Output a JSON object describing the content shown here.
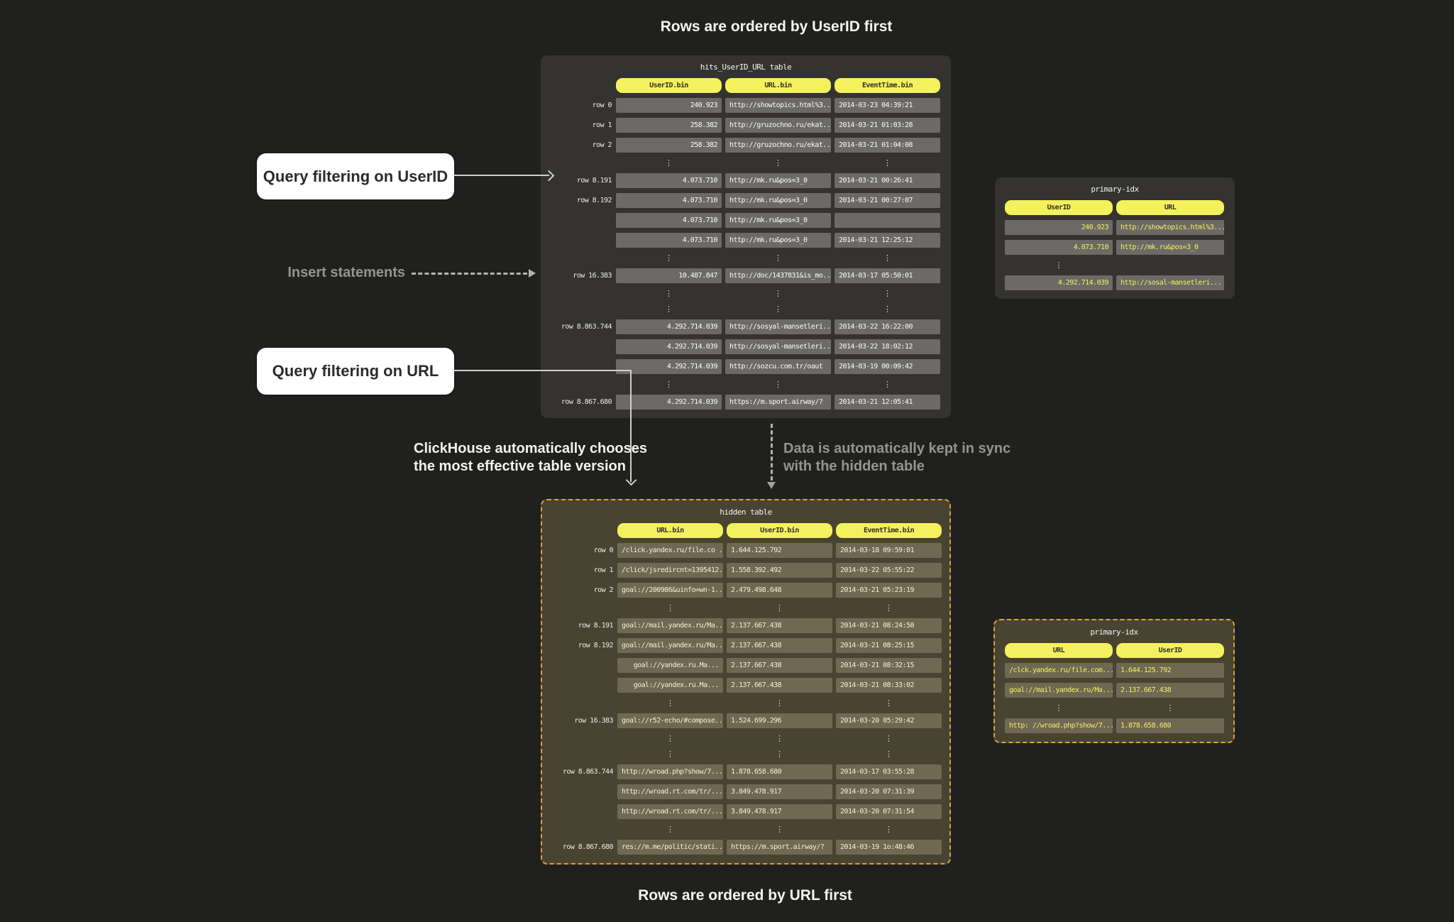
{
  "titles": {
    "top": "Rows are ordered by UserID first",
    "bottom": "Rows are ordered by URL first"
  },
  "annotations": {
    "query_userid": "Query filtering on UserID",
    "insert_statements": "Insert statements",
    "query_url": "Query filtering on URL",
    "chooses_lines": [
      "ClickHouse automatically chooses",
      "the most effective table version"
    ],
    "sync_lines": [
      "Data is automatically kept in sync",
      "with the hidden table"
    ]
  },
  "colors": {
    "background": "#20201e",
    "panel_dark": "#343330",
    "panel_olive": "#494331",
    "cell_dark": "#6b6a67",
    "cell_olive": "#6f6853",
    "header_yellow": "#f4f15e",
    "dashed_border_gold": "#d9a23f",
    "solid_arrow": "#cfcfcd",
    "dashed_arrow": "#b2b2b0",
    "gray_text": "#949492",
    "white_text": "#f2f2f0"
  },
  "tables": {
    "main": {
      "title": "hits_UserID_URL table",
      "columns": [
        "UserID.bin",
        "URL.bin",
        "EventTime.bin"
      ],
      "align": [
        "right",
        "left",
        "left"
      ],
      "has_labels": true,
      "yellow_text": false,
      "rows": [
        {
          "label": "row 0",
          "cells": [
            "240.923",
            "http://showtopics.html%3...",
            "2014-03-23 04:39:21"
          ]
        },
        {
          "label": "row 1",
          "cells": [
            "258.382",
            "http://gruzochno.ru/ekat...",
            "2014-03-21 01:03:28"
          ]
        },
        {
          "label": "row 2",
          "cells": [
            "258.382",
            "http://gruzochno.ru/ekat...",
            "2014-03-21 01:04:08"
          ]
        },
        {
          "dots": [
            0,
            1,
            2
          ]
        },
        {
          "label": "row 8.191",
          "cells": [
            "4.073.710",
            "http://mk.ru&pos=3_0",
            "2014-03-21 00:26:41"
          ]
        },
        {
          "label": "row 8.192",
          "cells": [
            "4.073.710",
            "http://mk.ru&pos=3_0",
            "2014-03-21 00:27:07"
          ]
        },
        {
          "label": "",
          "cells": [
            "4.073.710",
            "http://mk.ru&pos=3_0",
            ""
          ]
        },
        {
          "label": "",
          "cells": [
            "4.073.710",
            "http://mk.ru&pos=3_0",
            "2014-03-21 12:25:12"
          ]
        },
        {
          "dots": [
            0,
            1,
            2
          ]
        },
        {
          "label": "row 16.383",
          "cells": [
            "10.487.847",
            "http://doc/1437831&is_mo...",
            "2014-03-17 05:50:01"
          ]
        },
        {
          "dots": [
            0,
            1,
            2
          ]
        },
        {
          "dots": [
            0,
            1,
            2
          ]
        },
        {
          "label": "row 8.863.744",
          "cells": [
            "4.292.714.039",
            "http://sosyal-mansetleri...",
            "2014-03-22 16:22:00"
          ]
        },
        {
          "label": "",
          "cells": [
            "4.292.714.039",
            "http://sosyal-mansetleri...",
            "2014-03-22 18:02:12"
          ]
        },
        {
          "label": "",
          "cells": [
            "4.292.714.039",
            "http://sozcu.com.tr/oaut",
            "2014-03-19 00:09:42"
          ]
        },
        {
          "dots": [
            0,
            1,
            2
          ]
        },
        {
          "label": "row 8.867.680",
          "cells": [
            "4.292.714.039",
            "https://m.sport.airway/?",
            "2014-03-21 12:05:41"
          ]
        }
      ]
    },
    "hidden": {
      "title": "hidden table",
      "columns": [
        "URL.bin",
        "UserID.bin",
        "EventTime.bin"
      ],
      "align": [
        "right",
        "left",
        "left"
      ],
      "has_labels": true,
      "yellow_text": false,
      "rows": [
        {
          "label": "row 0",
          "cells": [
            "/click.yandex.ru/file.co ...",
            "1.644.125.792",
            "2014-03-18 09:59:01"
          ]
        },
        {
          "label": "row 1",
          "cells": [
            "/click/jsredircnt=1395412...",
            "1.558.392.492",
            "2014-03-22 05:55:22"
          ]
        },
        {
          "label": "row 2",
          "cells": [
            "goal://200986&uinfo=wn-1...",
            "2.479.498.648",
            "2014-03-21 05:23:19"
          ]
        },
        {
          "dots": [
            0,
            1,
            2
          ]
        },
        {
          "label": "row 8.191",
          "cells": [
            "goal://mail.yandex.ru/Ma...",
            "2.137.667.438",
            "2014-03-21 08:24:50"
          ]
        },
        {
          "label": "row 8.192",
          "cells": [
            "goal://mail.yandex.ru/Ma...",
            "2.137.667.438",
            "2014-03-21 08:25:15"
          ]
        },
        {
          "label": "",
          "cells": [
            "goal://yandex.ru.Ma...",
            "2.137.667.438",
            "2014-03-21 08:32:15"
          ]
        },
        {
          "label": "",
          "cells": [
            "goal://yandex.ru.Ma...",
            "2.137.667.438",
            "2014-03-21 08:33:02"
          ]
        },
        {
          "dots": [
            0,
            1,
            2
          ]
        },
        {
          "label": "row 16.383",
          "cells": [
            "goal://r52-echo/#compose...",
            "1.524.699.296",
            "2014-03-20 05:29:42"
          ]
        },
        {
          "dots": [
            0,
            1,
            2
          ]
        },
        {
          "dots": [
            0,
            1,
            2
          ]
        },
        {
          "label": "row 8.863.744",
          "cells": [
            "http://wroad.php?show/7...",
            "1.878.658.680",
            "2014-03-17 03:55:28"
          ]
        },
        {
          "label": "",
          "cells": [
            "http://wroad.rt.com/tr/...",
            "3.849.478.917",
            "2014-03-20 07:31:39"
          ]
        },
        {
          "label": "",
          "cells": [
            "http://wroad.rt.com/tr/...",
            "3.849.478.917",
            "2014-03-20 07:31:54"
          ]
        },
        {
          "dots": [
            0,
            1,
            2
          ]
        },
        {
          "label": "row 8.867.680",
          "cells": [
            "res://m.me/politic/stati...",
            "https://m.sport.airway/?",
            "2014-03-19 1o:48:46"
          ]
        }
      ]
    },
    "idx_top": {
      "title": "primary-idx",
      "columns": [
        "UserID",
        "URL"
      ],
      "align": [
        "right",
        "left"
      ],
      "has_labels": false,
      "yellow_text": true,
      "rows": [
        {
          "cells": [
            "240.923",
            "http://showtopics.html%3..."
          ]
        },
        {
          "cells": [
            "4.073.710",
            "http://mk.ru&pos=3_0"
          ]
        },
        {
          "dots": [
            0
          ]
        },
        {
          "cells": [
            "4.292.714.039",
            "http://sosal-mansetleri..."
          ]
        }
      ]
    },
    "idx_bottom": {
      "title": "primary-idx",
      "columns": [
        "URL",
        "UserID"
      ],
      "align": [
        "right",
        "left"
      ],
      "has_labels": false,
      "yellow_text": true,
      "rows": [
        {
          "cells": [
            "/clck.yandex.ru/file.com...",
            "1.644.125.792"
          ]
        },
        {
          "cells": [
            "goal://mail.yandex.ru/Ma...",
            "2.137.667.438"
          ]
        },
        {
          "dots": [
            0,
            1
          ]
        },
        {
          "cells": [
            "http: //wroad.php?show/7...",
            "1.878.658.680"
          ]
        }
      ]
    }
  }
}
